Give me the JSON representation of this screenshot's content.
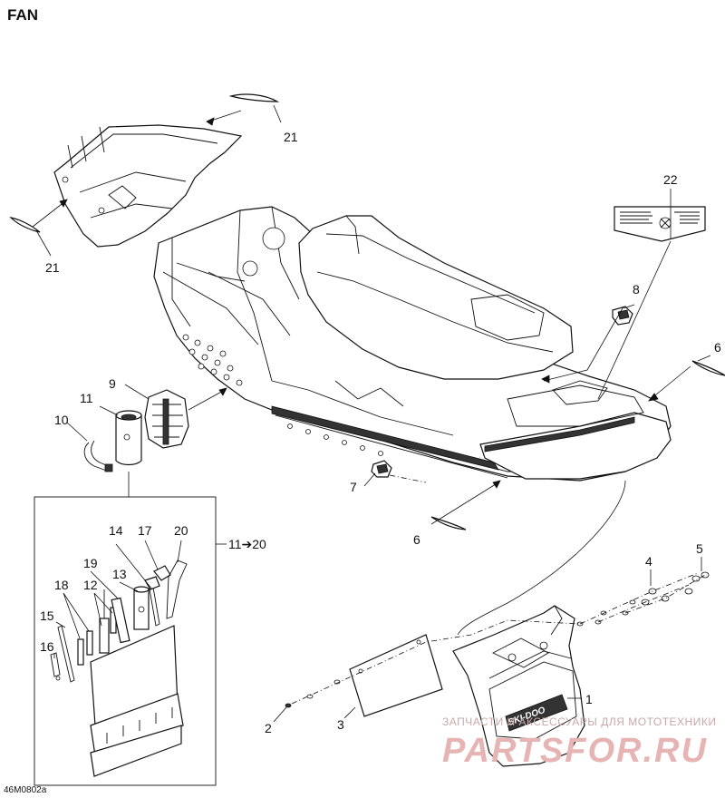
{
  "title": "FAN",
  "drawing_code": "46M0802a",
  "watermark": {
    "line1": "ЗАПЧАСТИ И АКСЕССУАРЫ ДЛЯ МОТОТЕХНИКИ",
    "line2": "PARTSFOR.RU"
  },
  "decal_text": "SKI-DOO",
  "inset_label": "11➔20",
  "callouts": [
    {
      "id": "c21a",
      "text": "21"
    },
    {
      "id": "c21b",
      "text": "21"
    },
    {
      "id": "c22",
      "text": "22"
    },
    {
      "id": "c8",
      "text": "8"
    },
    {
      "id": "c6a",
      "text": "6"
    },
    {
      "id": "c6b",
      "text": "6"
    },
    {
      "id": "c9",
      "text": "9"
    },
    {
      "id": "c11",
      "text": "11"
    },
    {
      "id": "c10",
      "text": "10"
    },
    {
      "id": "c7",
      "text": "7"
    },
    {
      "id": "c14",
      "text": "14"
    },
    {
      "id": "c17",
      "text": "17"
    },
    {
      "id": "c20",
      "text": "20"
    },
    {
      "id": "c19",
      "text": "19"
    },
    {
      "id": "c13",
      "text": "13"
    },
    {
      "id": "c12",
      "text": "12"
    },
    {
      "id": "c18",
      "text": "18"
    },
    {
      "id": "c15",
      "text": "15"
    },
    {
      "id": "c16",
      "text": "16"
    },
    {
      "id": "c4",
      "text": "4"
    },
    {
      "id": "c5",
      "text": "5"
    },
    {
      "id": "c1",
      "text": "1"
    },
    {
      "id": "c2",
      "text": "2"
    },
    {
      "id": "c3",
      "text": "3"
    }
  ]
}
